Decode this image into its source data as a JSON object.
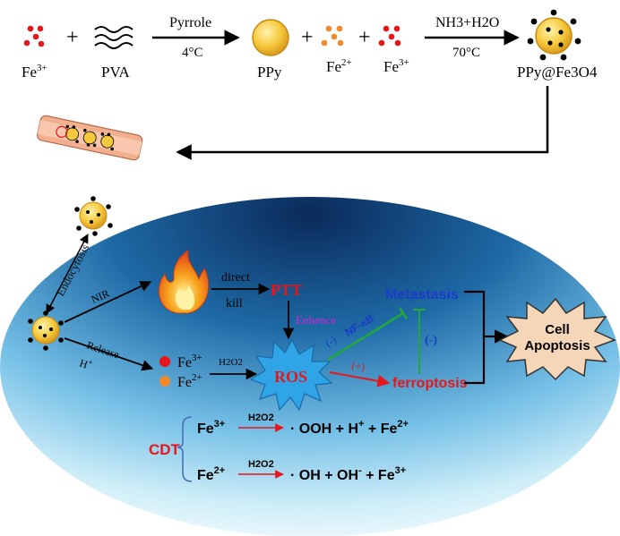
{
  "synthesis": {
    "fe3_label": "Fe",
    "fe3_sup": "3+",
    "plus": "+",
    "pva_label": "PVA",
    "step1_top": "Pyrrole",
    "step1_bottom": "4°C",
    "ppy_label": "PPy",
    "fe2b_label": "Fe",
    "fe2b_sup": "2+",
    "fe3b_label": "Fe",
    "fe3b_sup": "3+",
    "step2_top": "NH3+H2O",
    "step2_bottom": "70°C",
    "product_label": "PPy@Fe3O4"
  },
  "cell": {
    "endocytosis": "Endocytosis",
    "nir": "NIR",
    "release": "Release",
    "h_plus": "H",
    "h_plus_sup": "+",
    "direct": "direct",
    "kill": "kill",
    "ptt": "PTT",
    "enhence": "Enhence",
    "fe3_label": "Fe",
    "fe3_sup": "3+",
    "fe2_label": "Fe",
    "fe2_sup": "2+",
    "h2o2": "H2O2",
    "ros": "ROS",
    "minus_sign": "(-)",
    "nfkb": "NF-κB",
    "plus_sign": "(+)",
    "metastasis": "Metastasis",
    "ferroptosis": "ferroptosis",
    "side_minus": "(-)",
    "apoptosis_line1": "Cell",
    "apoptosis_line2": "Apoptosis"
  },
  "cdt": {
    "label": "CDT",
    "r1_left": "Fe",
    "r1_left_sup": "3+",
    "r1_catalyst": "H2O2",
    "r1_right_a": "· OOH + H",
    "r1_right_a_sup": "+",
    "r1_right_b": " + Fe",
    "r1_right_b_sup": "2+",
    "r2_left": "Fe",
    "r2_left_sup": "2+",
    "r2_catalyst": "H2O2",
    "r2_right_a": "· OH + OH",
    "r2_right_a_sup": "-",
    "r2_right_b": " + Fe",
    "r2_right_b_sup": "3+"
  },
  "colors": {
    "fe_red": "#e8161b",
    "fe_orange": "#f08a2a",
    "ptt_red": "#e8161b",
    "metastasis_blue": "#1a3cc8",
    "nfkb_blue": "#1a3cc8",
    "inhibit_green": "#22a83a",
    "enhence_magenta": "#d228d2",
    "ros_blue": "#2fa4e6",
    "apoptosis_fill": "#f6d6b8",
    "particle_yellow": "#f3c53a"
  }
}
